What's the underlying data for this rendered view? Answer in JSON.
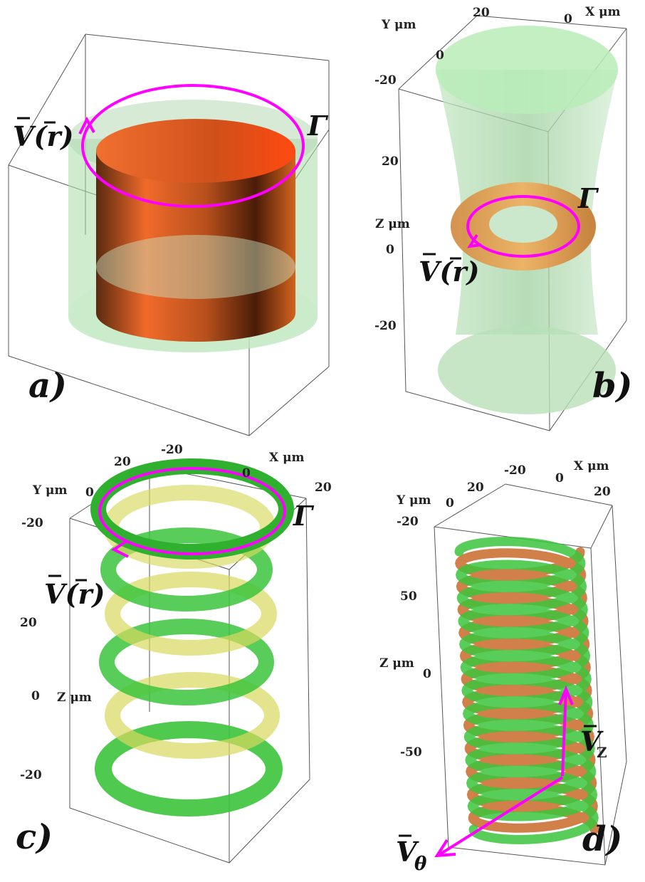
{
  "panels": {
    "a": {
      "label": "a)",
      "velocity_label": "V(r)",
      "contour_label": "Γ"
    },
    "b": {
      "label": "b)",
      "velocity_label": "V(r)",
      "contour_label": "Γ",
      "axis_x": "X μm",
      "axis_y": "Y μm",
      "axis_z": "Z μm",
      "x_ticks": [
        "0",
        "20"
      ],
      "y_ticks": [
        "20",
        "0",
        "-20"
      ],
      "z_ticks": [
        "20",
        "0",
        "-20"
      ]
    },
    "c": {
      "label": "c)",
      "velocity_label": "V(r)",
      "contour_label": "Γ",
      "axis_x": "X μm",
      "axis_y": "Y μm",
      "axis_z": "Z μm",
      "x_ticks": [
        "-20",
        "0",
        "20"
      ],
      "y_ticks": [
        "20",
        "0",
        "-20"
      ],
      "z_ticks": [
        "20",
        "0",
        "-20"
      ]
    },
    "d": {
      "label": "d)",
      "vz_label": "V",
      "vz_sub": "Z",
      "vtheta_label": "V",
      "vtheta_sub": "θ",
      "axis_x": "X μm",
      "axis_y": "Y μm",
      "axis_z": "Z μm",
      "x_ticks": [
        "-20",
        "0",
        "20"
      ],
      "y_ticks": [
        "20",
        "0",
        "-20"
      ],
      "z_ticks": [
        "50",
        "0",
        "-50"
      ]
    }
  },
  "colors": {
    "flow_arrow": "#ff00ff",
    "green_surface": "#a8dca8",
    "orange_core": "#d9541a",
    "green_torus": "#3cc43c",
    "yellow_torus": "#d8d860",
    "orange_helix": "#c86a28"
  }
}
